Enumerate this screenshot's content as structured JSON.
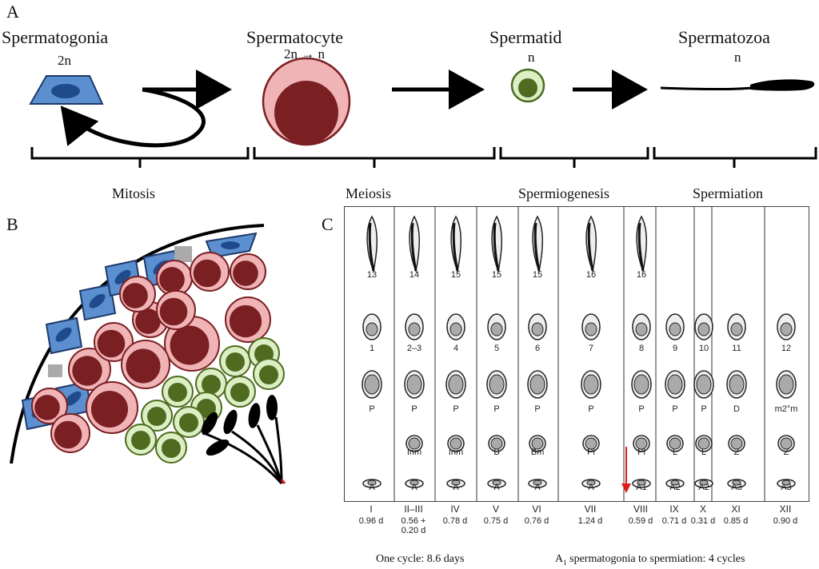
{
  "panel_a": {
    "label": "A",
    "stages": [
      {
        "name": "Spermatogonia",
        "ploidy": "2n"
      },
      {
        "name": "Spermatocyte",
        "ploidy": "2n → n"
      },
      {
        "name": "Spermatid",
        "ploidy": "n"
      },
      {
        "name": "Spermatozoa",
        "ploidy": "n"
      }
    ],
    "phases": [
      "Mitosis",
      "Meiosis",
      "Spermiogenesis",
      "Spermiation"
    ],
    "colors": {
      "spermatogonia": "#4f86c6",
      "spermatocyte_outer": "#f2b7b9",
      "spermatocyte_inner": "#7a1f22",
      "spermatid": "#4e6b1f"
    }
  },
  "panel_b": {
    "label": "B"
  },
  "panel_c": {
    "label": "C",
    "stages": [
      {
        "num": "I",
        "dur": "0.96 d",
        "rows": [
          "13",
          "1",
          "P",
          "",
          "A"
        ]
      },
      {
        "num": "II–III",
        "dur": "0.56 +\n0.20 d",
        "rows": [
          "14",
          "2–3",
          "P",
          "Inm",
          "A"
        ]
      },
      {
        "num": "IV",
        "dur": "0.78 d",
        "rows": [
          "15",
          "4",
          "P",
          "Inm",
          "A"
        ]
      },
      {
        "num": "V",
        "dur": "0.75 d",
        "rows": [
          "15",
          "5",
          "P",
          "B",
          "A"
        ]
      },
      {
        "num": "VI",
        "dur": "0.76 d",
        "rows": [
          "15",
          "6",
          "P",
          "Bm",
          "A"
        ]
      },
      {
        "num": "VII",
        "dur": "1.24 d",
        "rows": [
          "16",
          "7",
          "P",
          "Pl",
          "A"
        ]
      },
      {
        "num": "VIII",
        "dur": "0.59 d",
        "rows": [
          "16",
          "8",
          "P",
          "Pl",
          "A1"
        ]
      },
      {
        "num": "IX",
        "dur": "0.71 d",
        "rows": [
          "",
          "9",
          "P",
          "L",
          "A2"
        ]
      },
      {
        "num": "X",
        "dur": "0.31 d",
        "rows": [
          "",
          "10",
          "P",
          "L",
          "A2"
        ]
      },
      {
        "num": "XI",
        "dur": "0.85 d",
        "rows": [
          "",
          "11",
          "D",
          "Z",
          "A3"
        ]
      },
      {
        "num": "XII",
        "dur": "0.90 d",
        "rows": [
          "",
          "12",
          "m2°m",
          "Z",
          "A3"
        ]
      }
    ],
    "footer_left": "One cycle: 8.6 days",
    "footer_right": "A1 spermatogonia to spermiation: 4 cycles"
  }
}
